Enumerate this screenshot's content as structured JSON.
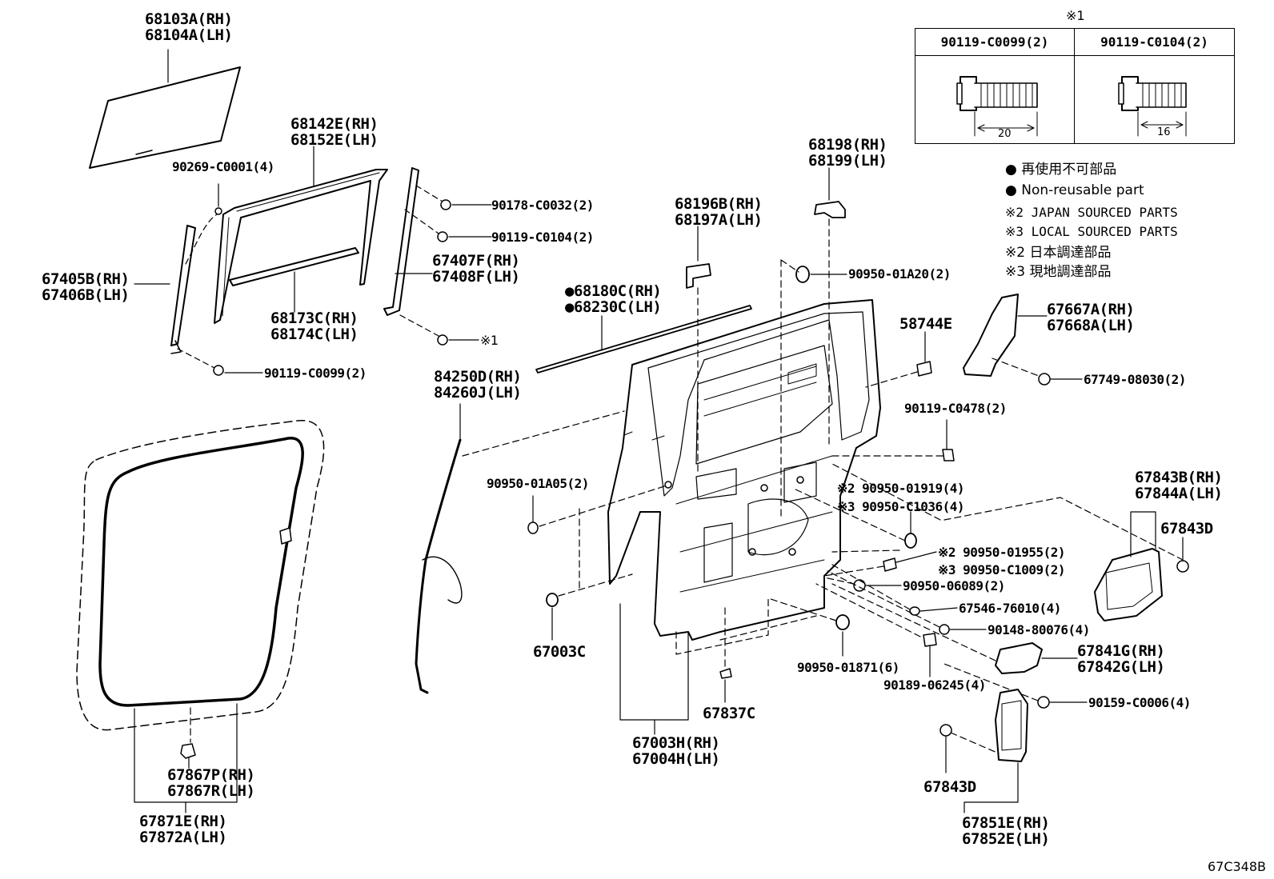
{
  "diagram_code": "67C348B",
  "legend": {
    "note1_mark": "※1",
    "nonreusable_jp": "● 再使用不可部品",
    "nonreusable_en": "● Non-reusable part",
    "note2_en": "※2 JAPAN SOURCED PARTS",
    "note3_en": "※3 LOCAL SOURCED PARTS",
    "note2_jp": "※2 日本調達部品",
    "note3_jp": "※3 現地調達部品"
  },
  "bolt_table": {
    "col1": {
      "part": "90119-C0099(2)",
      "length": "20"
    },
    "col2": {
      "part": "90119-C0104(2)",
      "length": "16"
    }
  },
  "labels": {
    "glass": [
      "68103A(RH)",
      "68104A(LH)"
    ],
    "channel_front": [
      "68142E(RH)",
      "68152E(LH)"
    ],
    "screw_90269": [
      "90269-C0001(4)"
    ],
    "nut_90178": [
      "90178-C0032(2)"
    ],
    "bolt_90119_c0104": [
      "90119-C0104(2)"
    ],
    "garnish_rear": [
      "67407F(RH)",
      "67408F(LH)"
    ],
    "garnish_front": [
      "67405B(RH)",
      "67406B(LH)"
    ],
    "run_channel": [
      "68173C(RH)",
      "68174C(LH)"
    ],
    "ref_note1": [
      "※1"
    ],
    "bolt_90119_c0099": [
      "90119-C0099(2)"
    ],
    "belt_moulding": [
      "●68180C(RH)",
      "●68230C(LH)"
    ],
    "wire_harness": [
      "84250D(RH)",
      "84260J(LH)"
    ],
    "clip_90950_01a05": [
      "90950-01A05(2)"
    ],
    "hinge_68196": [
      "68196B(RH)",
      "68197A(LH)"
    ],
    "bracket_68198": [
      "68198(RH)",
      "68199(LH)"
    ],
    "grommet_90950_01a20": [
      "90950-01A20(2)"
    ],
    "pad_58744": [
      "58744E"
    ],
    "cover_67667": [
      "67667A(RH)",
      "67668A(LH)"
    ],
    "clip_67749": [
      "67749-08030(2)"
    ],
    "bolt_90119_c0478": [
      "90119-C0478(2)"
    ],
    "hole_plug_01919": [
      "※2 90950-01919(4)"
    ],
    "hole_plug_c1036": [
      "※3 90950-C1036(4)"
    ],
    "cover_67843b": [
      "67843B(RH)",
      "67844A(LH)"
    ],
    "clip_67843d_upper": [
      "67843D"
    ],
    "plug_01955": [
      "※2 90950-01955(2)"
    ],
    "plug_c1009": [
      "※3 90950-C1009(2)"
    ],
    "plug_06089": [
      "90950-06089(2)"
    ],
    "clip_67546": [
      "67546-76010(4)"
    ],
    "screw_90148": [
      "90148-80076(4)"
    ],
    "cushion_67003c": [
      "67003C"
    ],
    "plug_01871": [
      "90950-01871(6)"
    ],
    "nut_90189": [
      "90189-06245(4)"
    ],
    "cover_67841": [
      "67841G(RH)",
      "67842G(LH)"
    ],
    "clip_90159": [
      "90159-C0006(4)"
    ],
    "clip_67837c": [
      "67837C"
    ],
    "door_panel": [
      "67003H(RH)",
      "67004H(LH)"
    ],
    "clip_67867": [
      "67867P(RH)",
      "67867R(LH)"
    ],
    "clip_67843d_lower": [
      "67843D"
    ],
    "weatherstrip": [
      "67871E(RH)",
      "67872A(LH)"
    ],
    "cover_67851": [
      "67851E(RH)",
      "67852E(LH)"
    ]
  }
}
